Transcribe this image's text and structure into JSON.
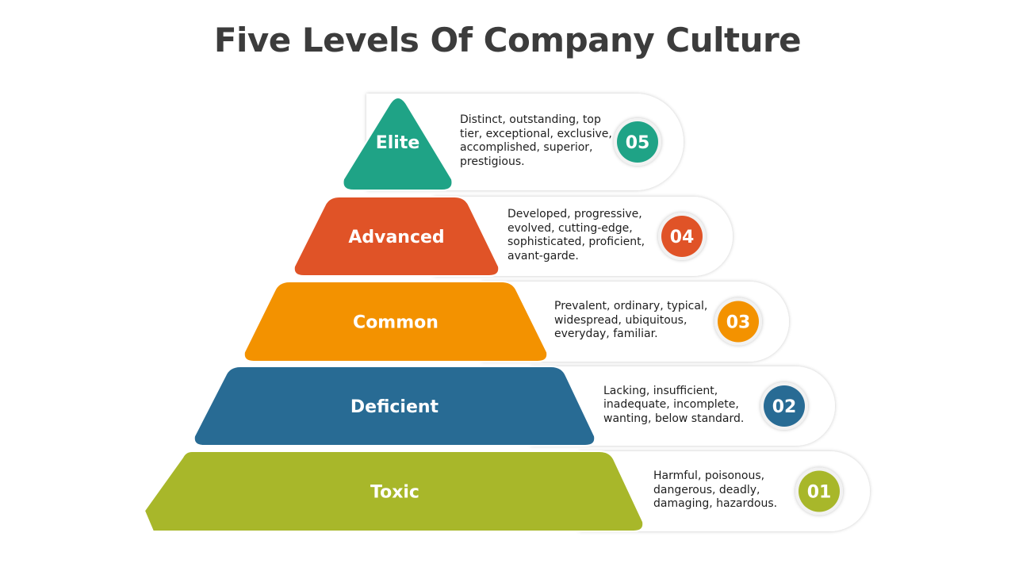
{
  "title": "Five Levels Of Company Culture",
  "levels": [
    {
      "name": "Elite",
      "number": "05",
      "color": "#1fa386",
      "lines": [
        "Distinct, outstanding, top",
        "tier, exceptional, exclusive,",
        "accomplished, superior,",
        "prestigious."
      ]
    },
    {
      "name": "Advanced",
      "number": "04",
      "color": "#e05327",
      "lines": [
        "Developed, progressive,",
        "evolved, cutting-edge,",
        "sophisticated, proficient,",
        "avant-garde."
      ]
    },
    {
      "name": "Common",
      "number": "03",
      "color": "#f39200",
      "lines": [
        "Prevalent, ordinary, typical,",
        "widespread, ubiquitous,",
        "everyday, familiar."
      ]
    },
    {
      "name": "Deficient",
      "number": "02",
      "color": "#286b94",
      "lines": [
        "Lacking, insufficient,",
        "inadequate, incomplete,",
        "wanting, below standard."
      ]
    },
    {
      "name": "Toxic",
      "number": "01",
      "color": "#a8b72a",
      "lines": [
        "Harmful, poisonous,",
        "dangerous, deadly,",
        "damaging, hazardous."
      ]
    }
  ]
}
